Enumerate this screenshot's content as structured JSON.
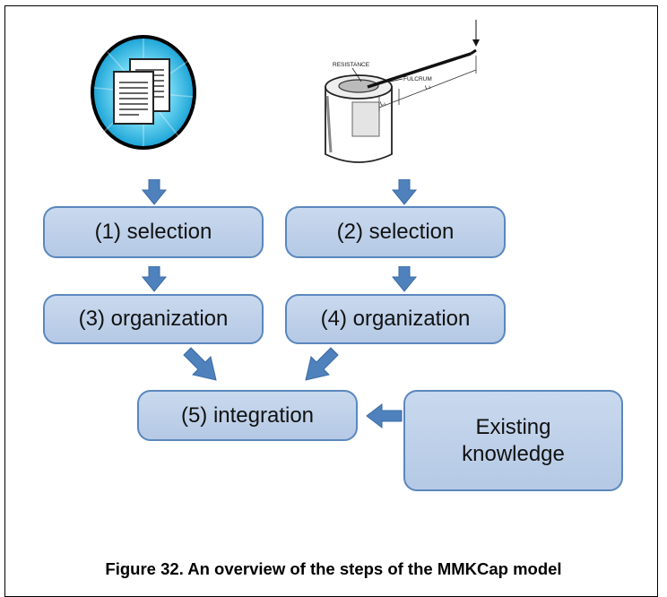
{
  "boxes": {
    "b1": "(1) selection",
    "b2": "(2) selection",
    "b3": "(3) organization",
    "b4": "(4) organization",
    "b5": "(5) integration",
    "b6_line1": "Existing",
    "b6_line2": "knowledge"
  },
  "device_labels": {
    "resistance": "RESISTANCE",
    "fulcrum": "FULCRUM",
    "length_a": "L₁",
    "length_b": "L₂"
  },
  "caption": "Figure 32. An overview of the steps of the MMKCap model",
  "colors": {
    "box_fill": "#b8cce4",
    "box_border": "#5b87bd",
    "arrow": "#4f81bd"
  }
}
